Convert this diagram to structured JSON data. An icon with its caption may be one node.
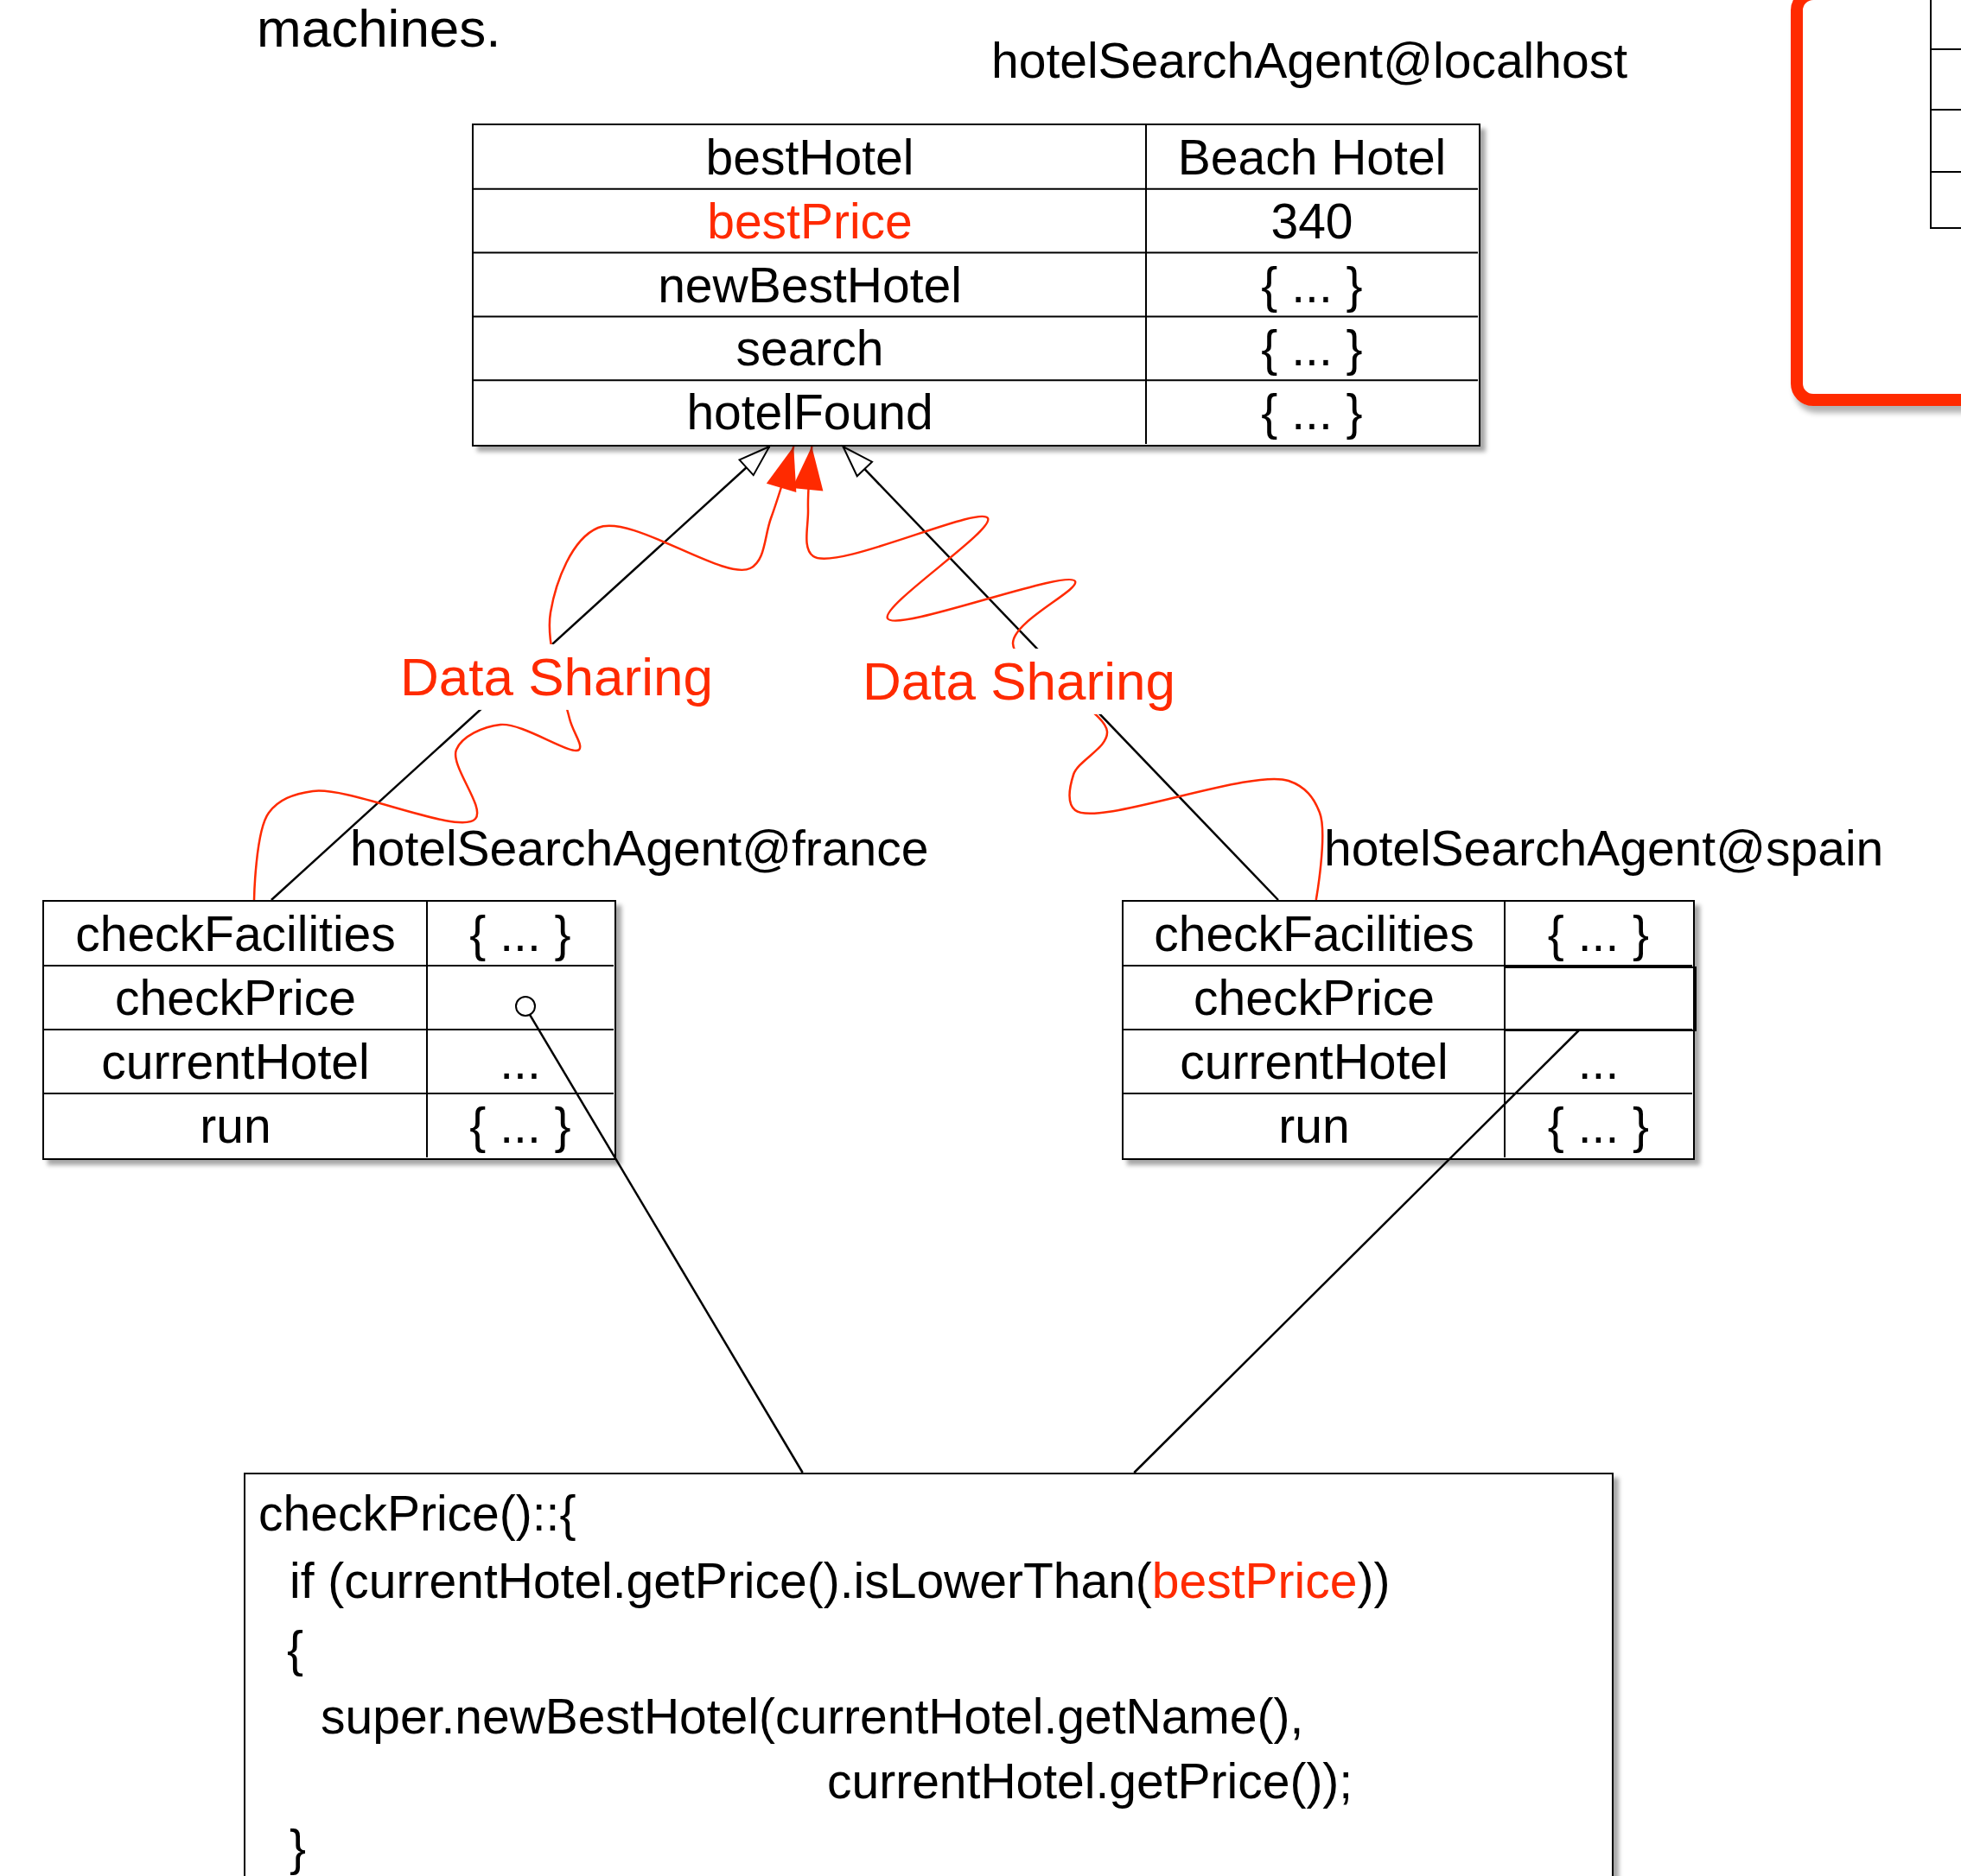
{
  "diagram": {
    "nodes": [
      {
        "text": [
          "hotelSearchAgent@localhost",
          "bestHotel",
          "Beach Hotel",
          "bestPrice",
          "340",
          "newBestHotel",
          "{ ... }",
          "search",
          "{ ... }",
          "hotelFound",
          "{ ... }"
        ]
      },
      {
        "text": [],
        "shape": "box"
      },
      {
        "text": [
          "hotelSearchAgent@france",
          "checkFacilities",
          "{ ... }",
          "checkPrice",
          "currentHotel",
          "...",
          "run",
          "{ ... }"
        ]
      },
      {
        "text": [],
        "shape": "circle",
        "in": 2
      },
      {
        "text": [
          "hotelSearchAgent@spain",
          "checkFacilities",
          "{ ... }",
          "checkPrice",
          "currentHotel",
          "...",
          "run",
          "{ ... }"
        ]
      },
      {
        "text": [],
        "shape": "box",
        "in": 4
      },
      {
        "text": [
          "checkPrice()::{",
          "if (currentHotel.getPrice().isLowerThan(",
          "bestPrice",
          "))",
          "{",
          "super.newBestHotel(currentHotel.getName(),",
          "currentHotel.getPrice());",
          "}"
        ]
      }
    ],
    "edges": [
      {
        "from": 2,
        "to": 0,
        "arrow": "to",
        "label": "Data Sharing"
      },
      {
        "from": 2,
        "to": 0,
        "arrow": "to",
        "color": "#ff2a00"
      },
      {
        "from": 4,
        "to": 0,
        "arrow": "to",
        "label": "Data Sharing"
      },
      {
        "from": 4,
        "to": 0,
        "arrow": "to",
        "color": "#ff2a00"
      },
      {
        "from": 6,
        "to": 3,
        "arrow": "none"
      },
      {
        "from": 6,
        "to": 5,
        "arrow": "none"
      }
    ],
    "labels": [
      "machines."
    ]
  }
}
